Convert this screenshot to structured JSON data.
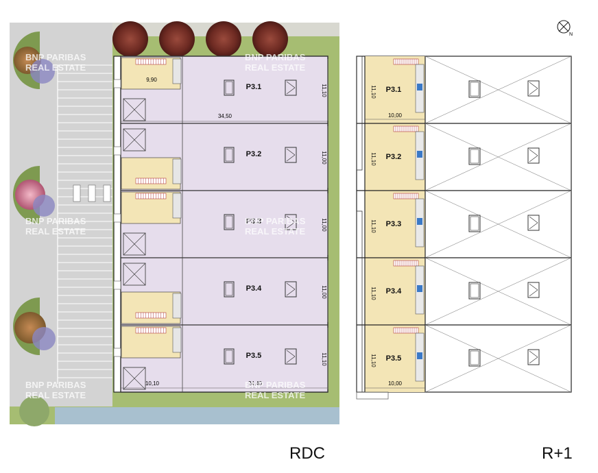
{
  "views": {
    "ground": {
      "title": "RDC",
      "units": [
        "P3.1",
        "P3.2",
        "P3.3",
        "P3.4",
        "P3.5"
      ],
      "unit_depths": [
        "11,10",
        "11,00",
        "11,00",
        "11,00",
        "11,10"
      ],
      "dim_office_width": "9,90",
      "dim_total_length": "34,50",
      "dim_office_bottom": "10,10",
      "dim_warehouse_bottom": "24,40"
    },
    "upper": {
      "title": "R+1",
      "units": [
        "P3.1",
        "P3.2",
        "P3.3",
        "P3.4",
        "P3.5"
      ],
      "unit_depths": [
        "11,10",
        "11,10",
        "11,10",
        "11,10",
        "11,10"
      ],
      "dim_width_top": "10,00",
      "dim_width_bottom": "10,00"
    }
  },
  "watermark": {
    "line1": "BNP PARIBAS",
    "line2": "REAL ESTATE"
  },
  "compass": {
    "letter": "N"
  },
  "colors": {
    "office": "#f3e5b6",
    "warehouse": "#e5ddec",
    "asphalt": "#d4d4d4",
    "grass": "#a9c076",
    "water": "#a9c1cf",
    "wall": "#222222"
  }
}
